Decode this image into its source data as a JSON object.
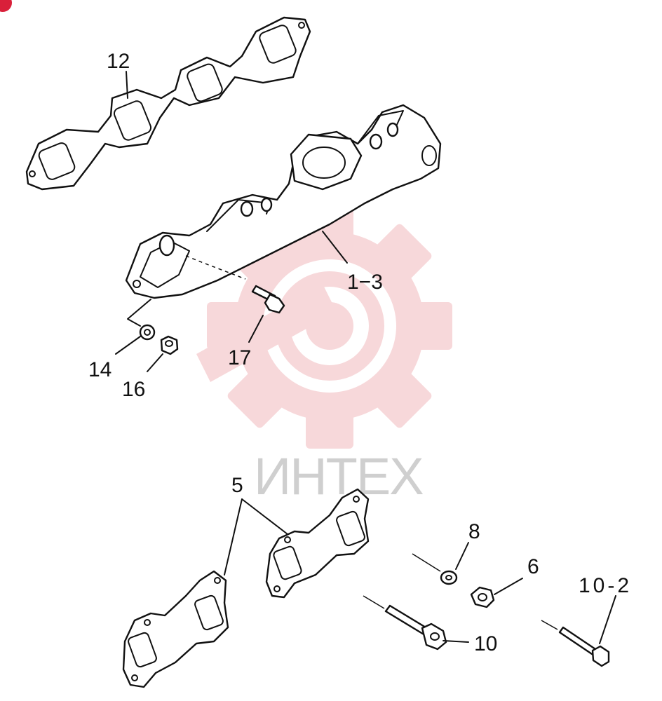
{
  "watermark": {
    "text": "ИНТЕХ",
    "gear_color": "#f7d4d6",
    "text_color": "#cfcfcf"
  },
  "corner_badge": {
    "color": "#d9203a"
  },
  "callouts": [
    {
      "id": "12",
      "label": "12"
    },
    {
      "id": "1-3",
      "label": "1−3"
    },
    {
      "id": "14",
      "label": "14"
    },
    {
      "id": "16",
      "label": "16"
    },
    {
      "id": "17",
      "label": "17"
    },
    {
      "id": "5",
      "label": "5"
    },
    {
      "id": "8",
      "label": "8"
    },
    {
      "id": "6",
      "label": "6"
    },
    {
      "id": "10",
      "label": "10"
    },
    {
      "id": "10-2",
      "label": "10-2"
    }
  ]
}
